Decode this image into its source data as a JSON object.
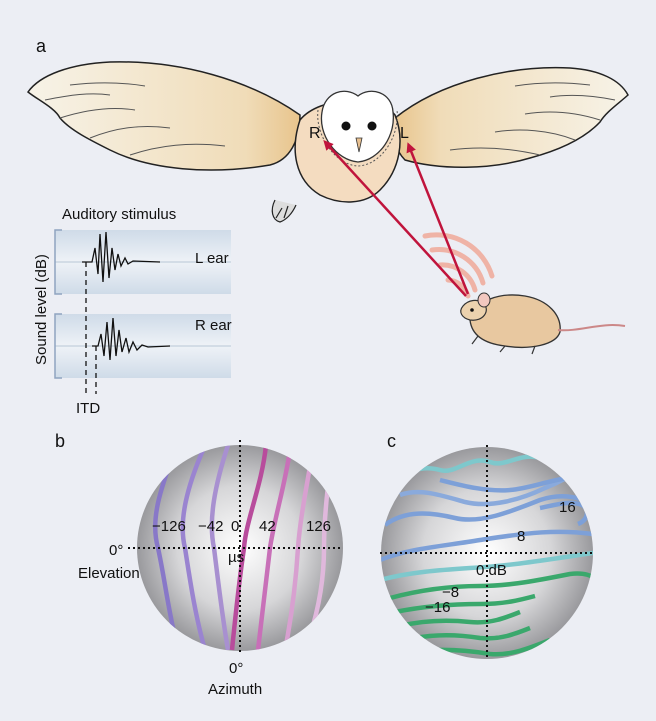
{
  "panel_labels": {
    "a": "a",
    "b": "b",
    "c": "c"
  },
  "owl": {
    "right_ear": "R",
    "left_ear": "L"
  },
  "stimulus": {
    "title": "Auditory stimulus",
    "ylabel": "Sound level (dB)",
    "left_ear": "L ear",
    "right_ear": "R ear",
    "itd": "ITD"
  },
  "panel_b": {
    "labels": [
      "−126",
      "−42",
      "0",
      "42",
      "126"
    ],
    "unit": "µs",
    "elevation_value": "0°",
    "elevation_label": "Elevation",
    "azimuth_value": "0°",
    "azimuth_label": "Azimuth"
  },
  "panel_c": {
    "labels": [
      "16",
      "8",
      "0 dB",
      "−8",
      "−16"
    ]
  },
  "colors": {
    "background": "#eceef4",
    "arrow": "#c0143c",
    "itd_contours": [
      "#8878c8",
      "#a088d0",
      "#b07cc8",
      "#b84c9c",
      "#c870b8",
      "#d8a0d0",
      "#e0b8dc"
    ],
    "ild_blue": "#7da0d8",
    "ild_cyan": "#7ec8cc",
    "ild_green": "#3aa86c"
  }
}
